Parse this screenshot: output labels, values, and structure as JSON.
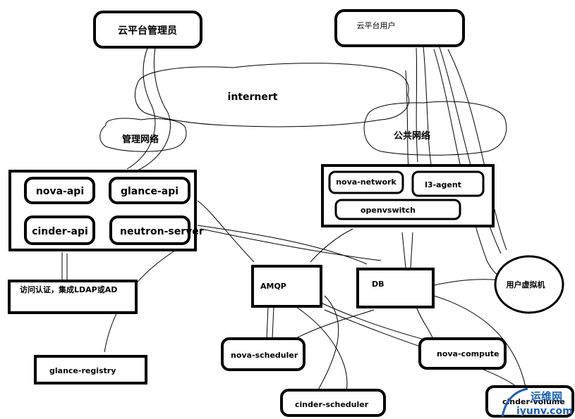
{
  "nodes": {
    "admin": "云平台管理员",
    "user": "云平台用户",
    "internet": "internert",
    "mgmt_net": "管理网络",
    "public_net": "公共网络",
    "nova_api": "nova-api",
    "glance_api": "glance-api",
    "cinder_api": "cinder-api",
    "neutron_server": "neutron-server",
    "auth": "访问认证，集成LDAP或AD",
    "nova_network": "nova-network",
    "l3_agent": "l3-agent",
    "openvswitch": "openvswitch",
    "amqp": "AMQP",
    "db": "DB",
    "user_vm": "用户虚拟机",
    "glance_registry": "glance-registry",
    "nova_scheduler": "nova-scheduler",
    "nova_compute": "nova-compute",
    "cinder_scheduler": "cinder-scheduler",
    "cinder_volume": "cinder-volume"
  },
  "watermark": {
    "line1": "运维网",
    "line2": "iyunv.com"
  },
  "colors": {
    "stroke": "#000000",
    "background": "#ffffff",
    "watermark": "#1a5fb4"
  }
}
